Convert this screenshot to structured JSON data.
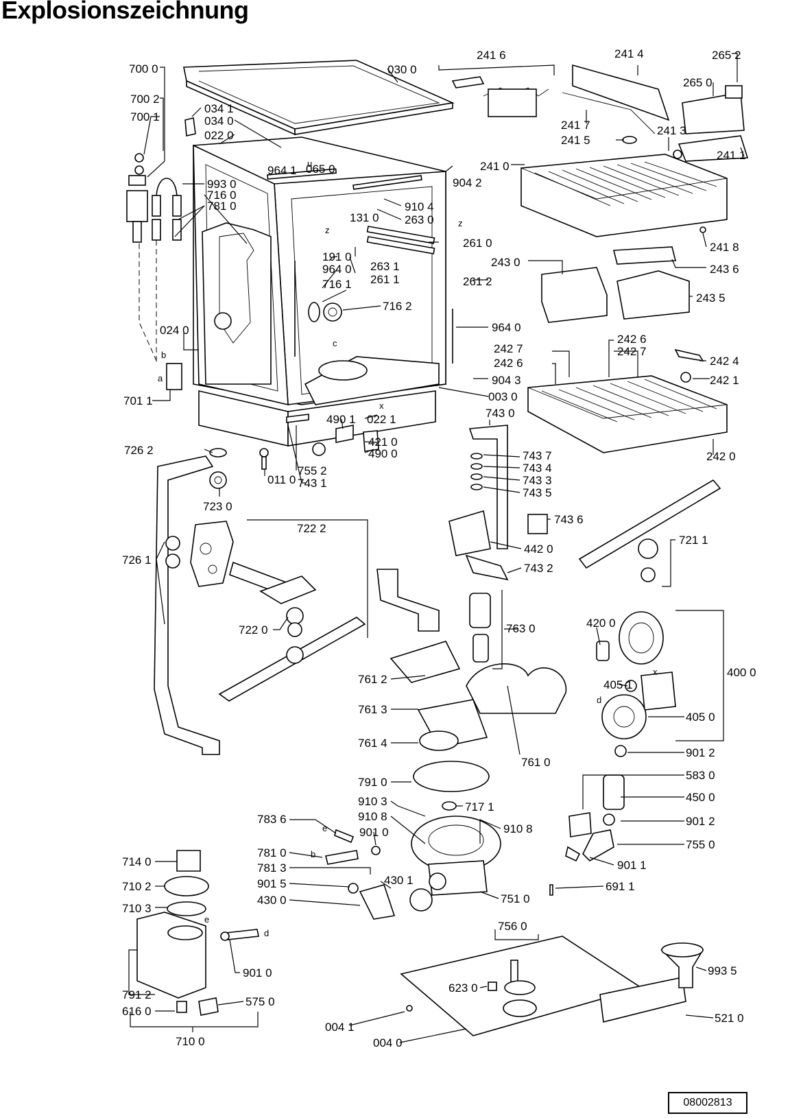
{
  "title": "Explosionszeichnung",
  "document_number": "08002813",
  "part_labels": [
    "700 0",
    "700 2",
    "700 1",
    "034 1",
    "034 0",
    "022 0",
    "993 0",
    "716 0",
    "781 0",
    "964 1",
    "065 0",
    "030 0",
    "241 6",
    "241 4",
    "265 2",
    "265 0",
    "241 7",
    "241 5",
    "241 3",
    "241 0",
    "241 1",
    "904 2",
    "910 4",
    "131 0",
    "263 0",
    "261 0",
    "241 8",
    "191 0",
    "964 0",
    "263 1",
    "261 1",
    "243 0",
    "243 6",
    "261 2",
    "716 1",
    "716 2",
    "243 5",
    "024 0",
    "964 0",
    "242 7",
    "242 6",
    "242 6",
    "242 7",
    "242 4",
    "904 3",
    "242 1",
    "701 1",
    "003 0",
    "490 1",
    "022 1",
    "743 0",
    "421 0",
    "490 0",
    "726 2",
    "743 7",
    "743 4",
    "743 3",
    "743 5",
    "011 0",
    "755 2",
    "743 1",
    "242 0",
    "723 0",
    "722 2",
    "743 6",
    "442 0",
    "721 1",
    "743 2",
    "726 1",
    "763 0",
    "722 0",
    "420 0",
    "761 2",
    "405 1",
    "400 0",
    "761 3",
    "405 0",
    "761 4",
    "761 0",
    "901 2",
    "791 0",
    "583 0",
    "450 0",
    "717 1",
    "910 3",
    "910 8",
    "910 8",
    "901 2",
    "783 6",
    "901 0",
    "755 0",
    "781 0",
    "781 3",
    "430 1",
    "901 1",
    "901 5",
    "430 0",
    "751 0",
    "691 1",
    "714 0",
    "710 2",
    "710 3",
    "756 0",
    "993 5",
    "623 0",
    "901 0",
    "791 2",
    "616 0",
    "575 0",
    "004 1",
    "004 0",
    "521 0",
    "710 0"
  ],
  "callout_letters": [
    "z",
    "z",
    "c",
    "x",
    "x",
    "a",
    "b",
    "d",
    "e",
    "e",
    "b",
    "d",
    "u"
  ]
}
